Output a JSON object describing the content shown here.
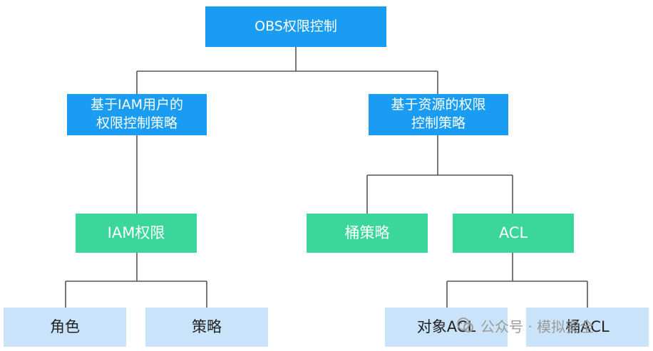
{
  "root": {
    "label": "OBS权限控制"
  },
  "left_branch": {
    "label_line1": "基于IAM用户的",
    "label_line2": "权限控制策略",
    "child": {
      "label": "IAM权限"
    },
    "leaves": [
      {
        "label": "角色"
      },
      {
        "label": "策略"
      }
    ]
  },
  "right_branch": {
    "label_line1": "基于资源的权限",
    "label_line2": "控制策略",
    "children": [
      {
        "label": "桶策略"
      },
      {
        "label": "ACL"
      }
    ],
    "acl_leaves": [
      {
        "label": "对象ACL"
      },
      {
        "label": "桶ACL"
      }
    ]
  },
  "watermark": {
    "text": "公众号 · 模拟安全",
    "icon": "chat-bubble-logo"
  },
  "colors": {
    "blue_box": "#1a9cf2",
    "green_box": "#3bd69c",
    "light_box": "#c9e4fa",
    "connector": "#555555"
  }
}
